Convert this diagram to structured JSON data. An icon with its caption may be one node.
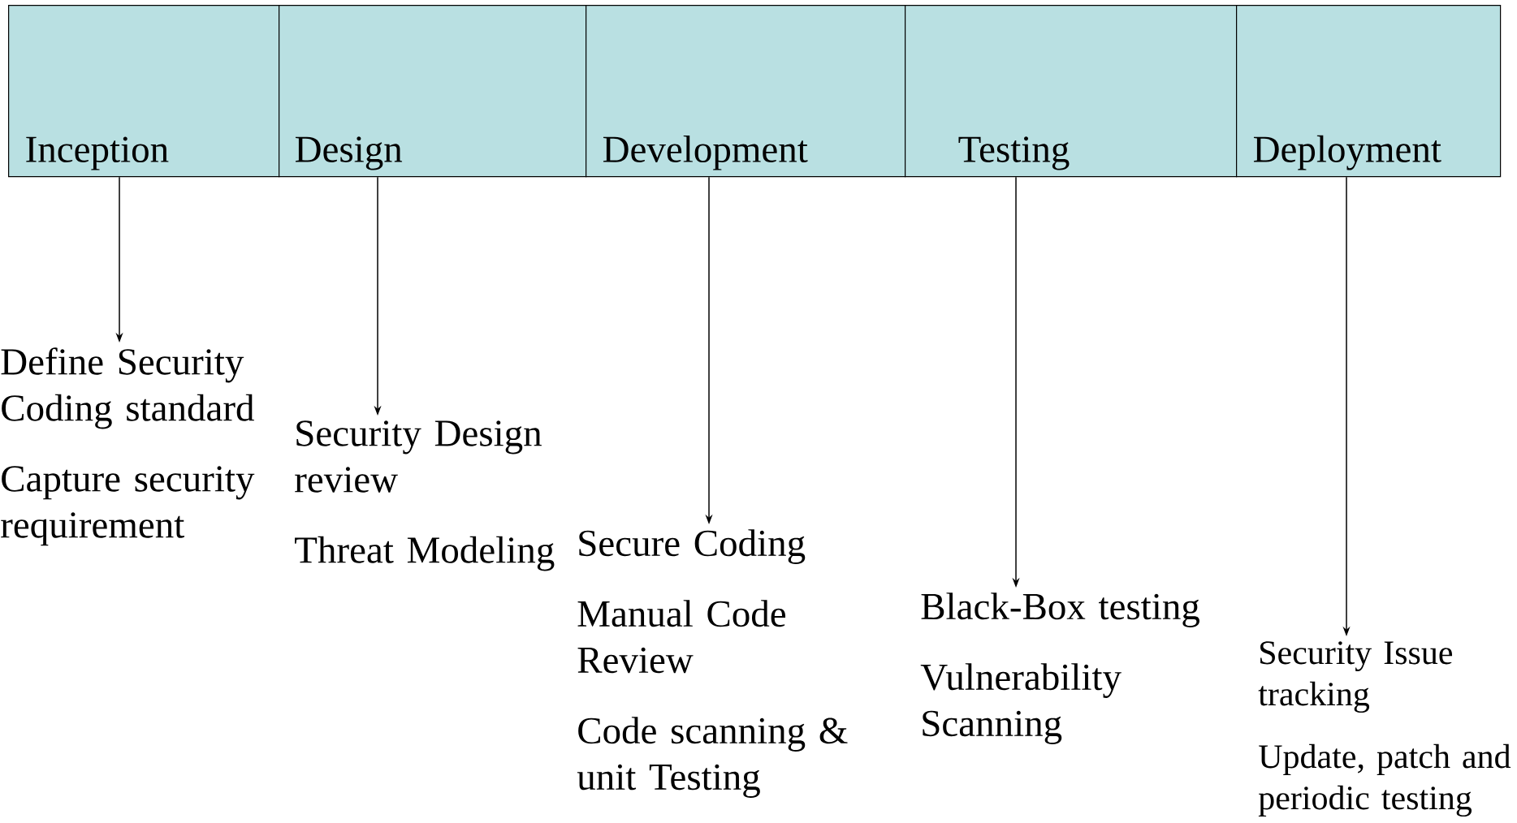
{
  "diagram": {
    "nodes": [
      {
        "text": [
          "Inception"
        ]
      },
      {
        "text": [
          "Design"
        ]
      },
      {
        "text": [
          "Development"
        ]
      },
      {
        "text": [
          "Testing"
        ]
      },
      {
        "text": [
          "Deployment"
        ]
      },
      {
        "text": [
          "Define Security Coding standard",
          "Capture security requirement"
        ]
      },
      {
        "text": [
          "Security Design review",
          "Threat Modeling"
        ]
      },
      {
        "text": [
          "Secure Coding",
          "Manual Code Review",
          "Code scanning & unit Testing"
        ]
      },
      {
        "text": [
          "Black-Box testing",
          "Vulnerability Scanning"
        ]
      },
      {
        "text": [
          "Security Issue tracking",
          "Update, patch and periodic testing"
        ]
      }
    ],
    "edges": [
      {
        "from": 0,
        "to": 5,
        "arrow": "to"
      },
      {
        "from": 1,
        "to": 6,
        "arrow": "to"
      },
      {
        "from": 2,
        "to": 7,
        "arrow": "to"
      },
      {
        "from": 3,
        "to": 8,
        "arrow": "to"
      },
      {
        "from": 4,
        "to": 9,
        "arrow": "to"
      }
    ]
  }
}
